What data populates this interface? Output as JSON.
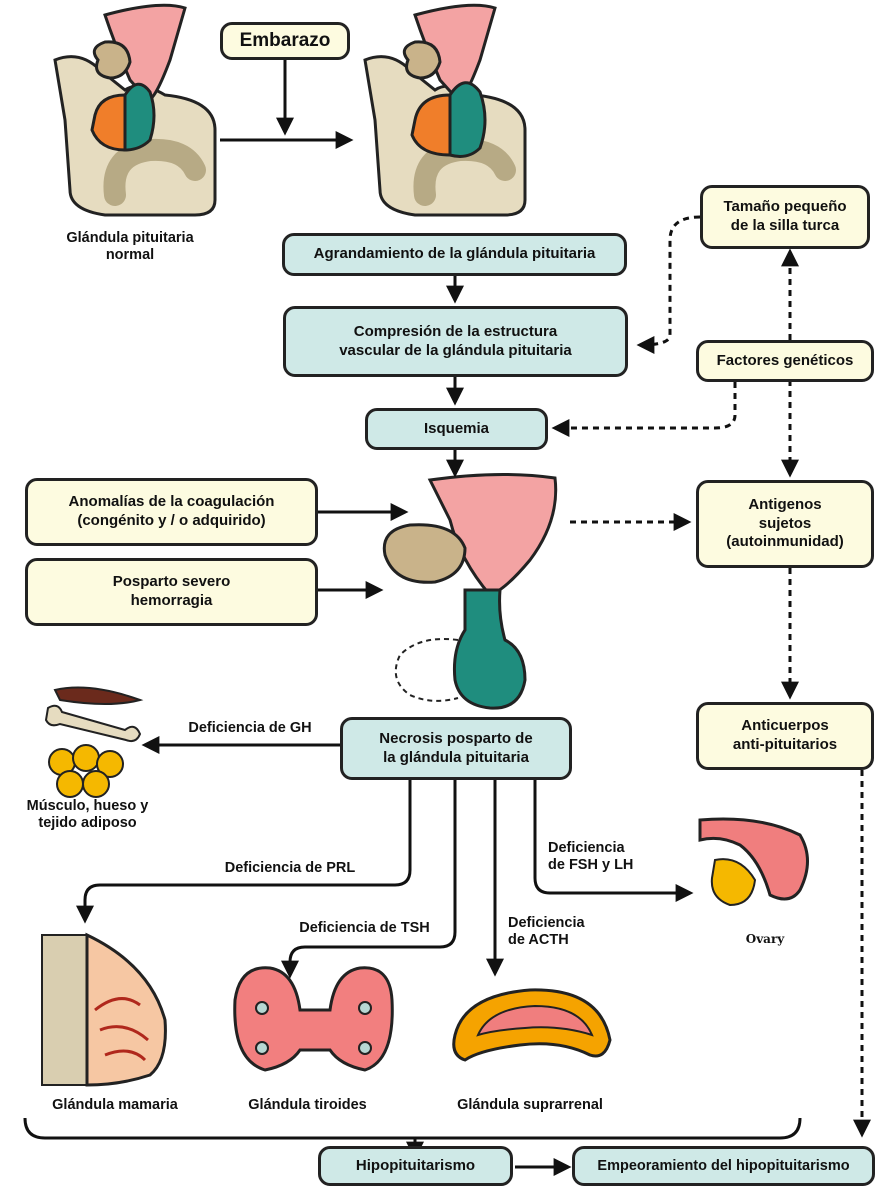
{
  "colors": {
    "teal_box": "#cfe9e7",
    "cream_box": "#fdfbe0",
    "anterior_lobe": "#f07e2a",
    "posterior_lobe": "#1f8d7e",
    "bone": "#e6dcc0",
    "hypothalamus_pink": "#f3a3a3"
  },
  "top": {
    "pregnancy": "Embarazo",
    "normal_caption": "Glándula pituitaria\nnormal"
  },
  "flow": {
    "enlargement": "Agrandamiento de la glándula pituitaria",
    "compression": "Compresión de la estructura\nvascular de la glándula pituitaria",
    "ischemia": "Isquemia",
    "necrosis": "Necrosis posparto de\nla glándula pituitaria"
  },
  "risk_factors": {
    "small_sella": "Tamaño pequeño\nde la silla turca",
    "genetic": "Factores genéticos",
    "antigens": "Antigenos\nsujetos\n(autoinmunidad)",
    "antibodies": "Anticuerpos\nanti-pituitarios",
    "coagulation": "Anomalías de la coagulación\n(congénito y / o adquirido)",
    "hemorrhage": "Posparto severo\nhemorragia"
  },
  "deficiencies": {
    "gh": "Deficiencia de GH",
    "prl": "Deficiencia de PRL",
    "tsh": "Deficiencia de TSH",
    "acth": "Deficiencia\nde ACTH",
    "fsh_lh": "Deficiencia\nde FSH y LH"
  },
  "organs": {
    "muscle_bone_fat": "Músculo, hueso y\ntejido adiposo",
    "mammary": "Glándula mamaria",
    "thyroid": "Glándula tiroides",
    "adrenal": "Glándula suprarrenal",
    "ovary": "Ovary"
  },
  "outcomes": {
    "hypopituitarism": "Hipopituitarismo",
    "worsening": "Empeoramiento del hipopituitarismo"
  }
}
